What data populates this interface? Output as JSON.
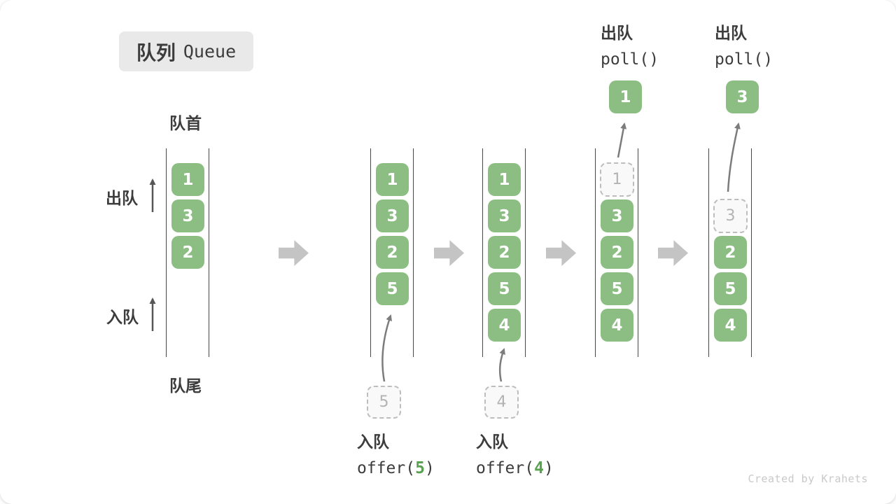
{
  "title": {
    "zh": "队列",
    "en": "Queue"
  },
  "labels": {
    "front": "队首",
    "rear": "队尾",
    "dequeue_side": "出队",
    "enqueue_side": "入队"
  },
  "ops": {
    "enqueue5": {
      "name": "入队",
      "code_fn": "offer(",
      "code_arg": "5",
      "code_close": ")"
    },
    "enqueue4": {
      "name": "入队",
      "code_fn": "offer(",
      "code_arg": "4",
      "code_close": ")"
    },
    "poll_a": {
      "name": "出队",
      "code": "poll()",
      "removed": "1"
    },
    "poll_b": {
      "name": "出队",
      "code": "poll()",
      "removed": "3"
    }
  },
  "queues": [
    {
      "boxes": [
        "1",
        "3",
        "2"
      ]
    },
    {
      "boxes": [
        "1",
        "3",
        "2",
        "5"
      ],
      "pending": "5"
    },
    {
      "boxes": [
        "1",
        "3",
        "2",
        "5",
        "4"
      ],
      "pending": "4"
    },
    {
      "ghost": "1",
      "boxes": [
        "3",
        "2",
        "5",
        "4"
      ]
    },
    {
      "ghost": "3",
      "boxes": [
        "2",
        "5",
        "4"
      ]
    }
  ],
  "icons": {
    "step_arrow": "block-right-arrow",
    "side_arrows": "up-arrow",
    "transfer_arrows": "curved-up-arrow"
  },
  "colors": {
    "box_green": "#8cbe84",
    "accent_green": "#58a14e",
    "badge_bg": "#e9e9e9",
    "column_line": "#474747",
    "block_arrow_gray": "#c4c4c4",
    "ghost_border": "#bdbdbd",
    "ghost_text": "#b3b3b3",
    "text_dark": "#3c3c3c",
    "watermark_gray": "#c9c9c9"
  },
  "watermark": "Created by Krahets"
}
